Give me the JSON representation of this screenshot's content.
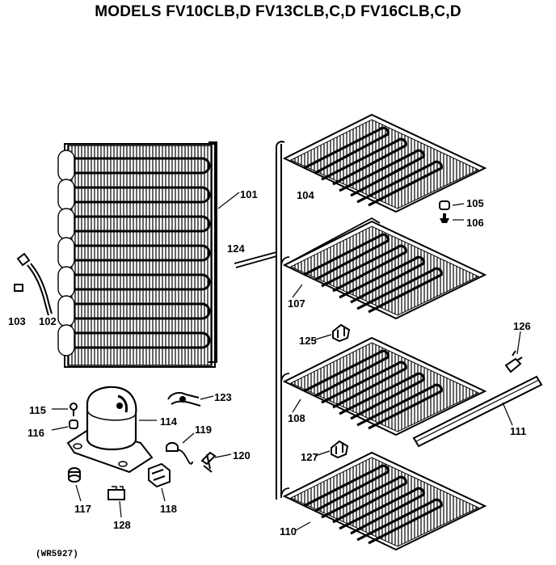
{
  "title": "MODELS FV10CLB,D FV13CLB,C,D FV16CLB,C,D",
  "reference": "(WR5927)",
  "parts": {
    "p101": "101",
    "p102": "102",
    "p103": "103",
    "p104": "104",
    "p105": "105",
    "p106": "106",
    "p107": "107",
    "p108": "108",
    "p110": "110",
    "p111": "111",
    "p114": "114",
    "p115": "115",
    "p116": "116",
    "p117": "117",
    "p118": "118",
    "p119": "119",
    "p120": "120",
    "p123": "123",
    "p124": "124",
    "p125": "125",
    "p126": "126",
    "p127": "127",
    "p128": "128"
  }
}
